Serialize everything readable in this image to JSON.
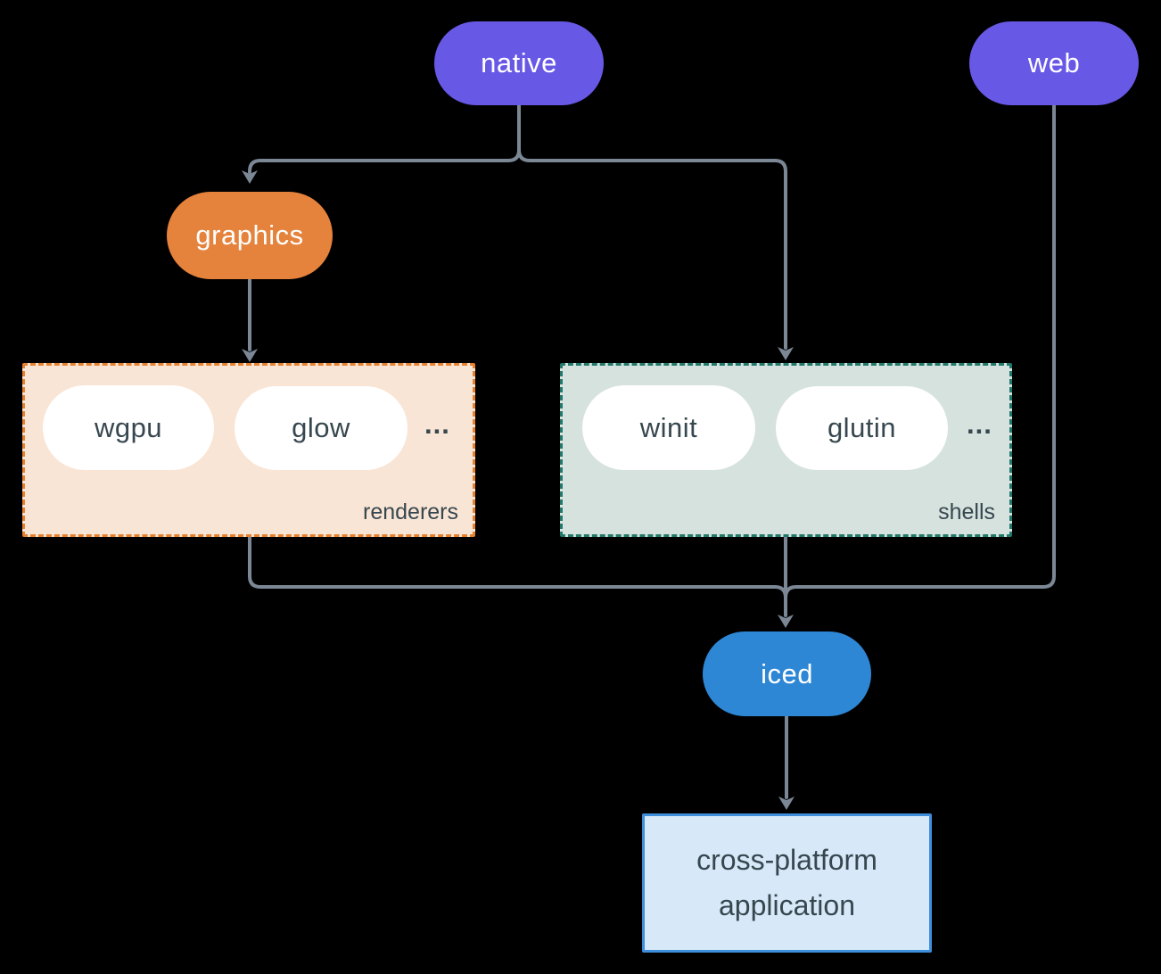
{
  "diagram": {
    "background": "#000000",
    "connector_color": "#7B8795",
    "nodes": {
      "native": {
        "label": "native",
        "bg": "#6858E6",
        "fg": "#FFFFFF"
      },
      "web": {
        "label": "web",
        "bg": "#6858E6",
        "fg": "#FFFFFF"
      },
      "graphics": {
        "label": "graphics",
        "bg": "#E5823B",
        "fg": "#FFFFFF"
      },
      "iced": {
        "label": "iced",
        "bg": "#2E87D5",
        "fg": "#FFFFFF"
      },
      "application": {
        "label": "cross-platform application",
        "bg": "#D7E8F8",
        "border": "#3F8EDB",
        "fg": "#37474F"
      }
    },
    "groups": {
      "renderers": {
        "label": "renderers",
        "bg": "#F9E5D5",
        "border": "#E5812F",
        "items": [
          "wgpu",
          "glow"
        ],
        "ellipsis": "..."
      },
      "shells": {
        "label": "shells",
        "bg": "#D6E2DD",
        "border": "#20796A",
        "items": [
          "winit",
          "glutin"
        ],
        "ellipsis": "..."
      }
    },
    "item_pill": {
      "bg": "#FFFFFF",
      "fg": "#37474F"
    }
  }
}
